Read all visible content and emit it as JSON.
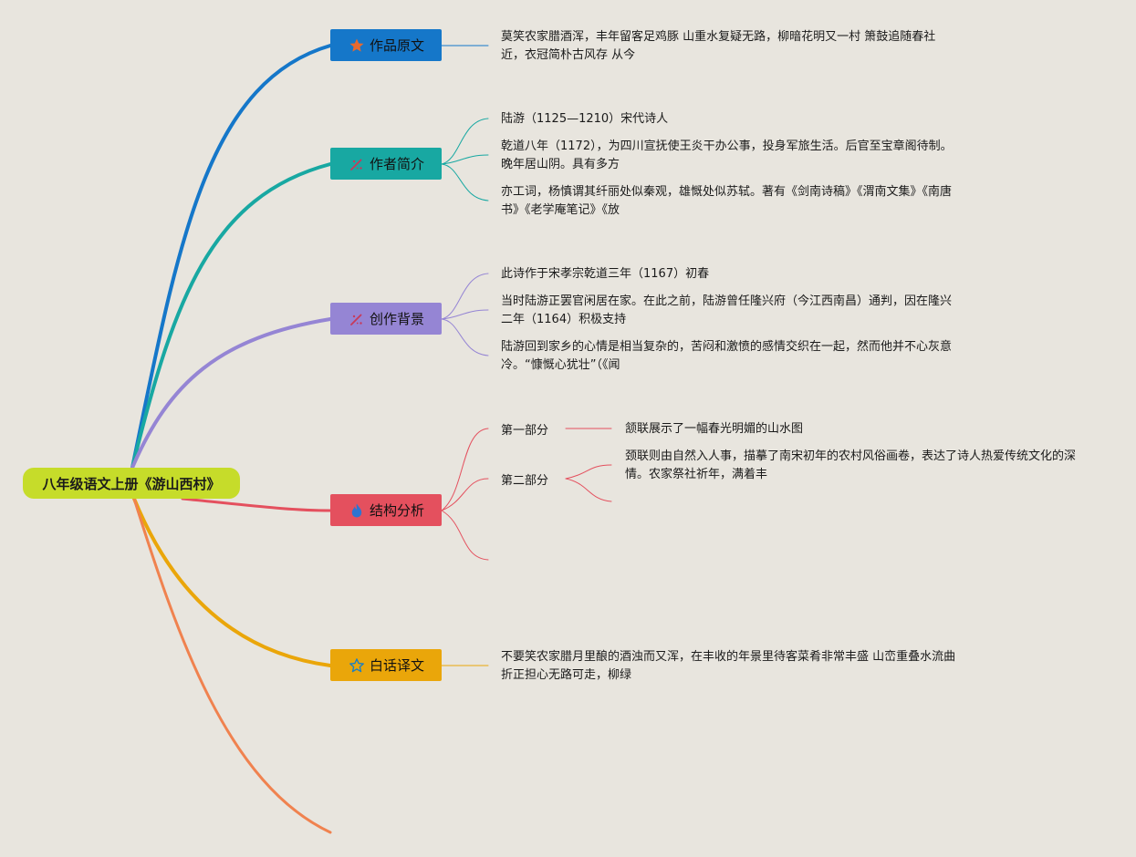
{
  "root": {
    "title": "八年级语文上册《游山西村》"
  },
  "colors": {
    "root": "#c6dc2a",
    "b1": "#1577c9",
    "b2": "#18a8a2",
    "b3": "#9585d4",
    "b4": "#e4505e",
    "b5": "#eaa60a",
    "b6": "#f0824f",
    "icon_star": "#e8692f",
    "icon_pen": "#c73a5a"
  },
  "branches": [
    {
      "label": "作品原文",
      "icon": "star-filled-icon",
      "leaves": [
        "莫笑农家腊酒浑，丰年留客足鸡豚 山重水复疑无路，柳暗花明又一村 箫鼓追随春社近，衣冠简朴古风存 从今"
      ]
    },
    {
      "label": "作者简介",
      "icon": "pen-icon",
      "leaves": [
        "陆游（1125—1210）宋代诗人",
        "乾道八年（1172），为四川宣抚使王炎干办公事，投身军旅生活。后官至宝章阁待制。晚年居山阴。具有多方",
        "亦工词，杨慎谓其纤丽处似秦观，雄慨处似苏轼。著有《剑南诗稿》《渭南文集》《南唐书》《老学庵笔记》《放"
      ]
    },
    {
      "label": "创作背景",
      "icon": "pen-icon",
      "leaves": [
        "此诗作于宋孝宗乾道三年（1167）初春",
        "当时陆游正罢官闲居在家。在此之前，陆游曾任隆兴府（今江西南昌）通判，因在隆兴二年（1164）积极支持",
        "陆游回到家乡的心情是相当复杂的，苦闷和激愤的感情交织在一起，然而他并不心灰意冷。“慷慨心犹壮”（《闻"
      ]
    },
    {
      "label": "结构分析",
      "icon": "flame-icon",
      "subs": [
        {
          "label": "第一部分",
          "leaves": [
            "颔联展示了一幅春光明媚的山水图"
          ]
        },
        {
          "label": "第二部分",
          "leaves": [
            "颈联则由自然入人事，描摹了南宋初年的农村风俗画卷，表达了诗人热爱传统文化的深情。农家祭社祈年，满着丰"
          ]
        }
      ]
    },
    {
      "label": "白话译文",
      "icon": "star-outline-icon",
      "leaves": [
        "不要笑农家腊月里酿的酒浊而又浑，在丰收的年景里待客菜肴非常丰盛 山峦重叠水流曲折正担心无路可走，柳绿"
      ]
    }
  ]
}
